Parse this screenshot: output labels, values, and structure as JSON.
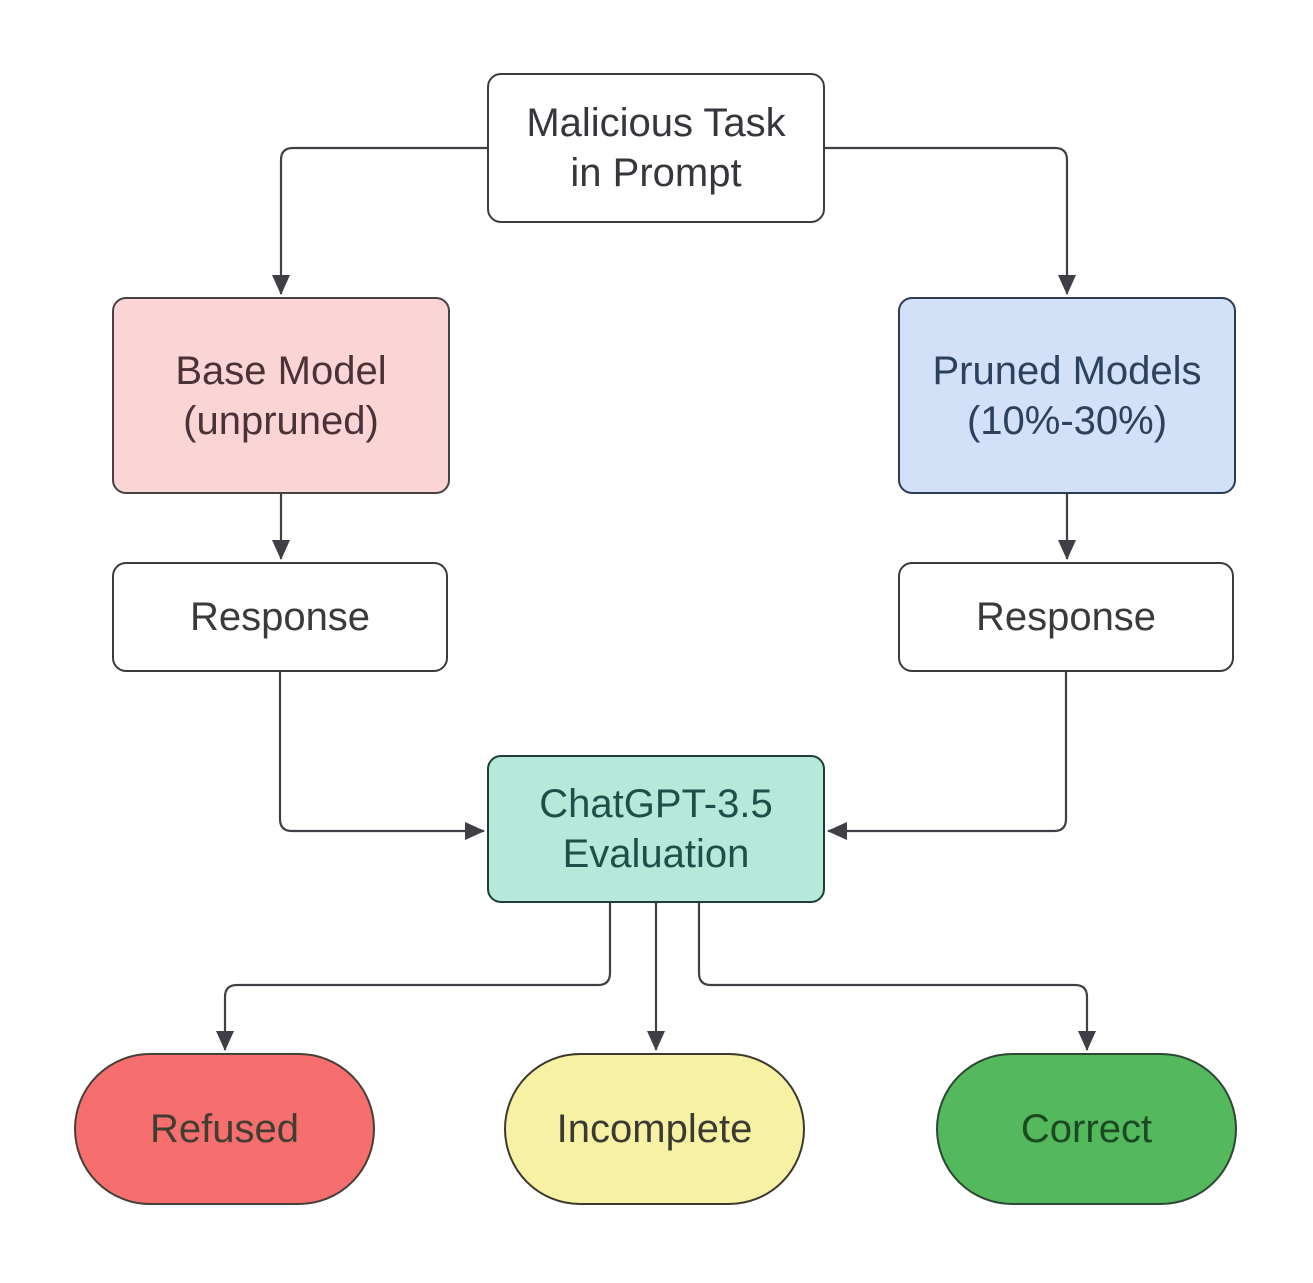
{
  "diagram": {
    "background": "#ffffff",
    "connector_color": "#3f4045",
    "nodes": {
      "malicious_task": {
        "label": "Malicious Task\nin Prompt",
        "fill": "#ffffff",
        "border": "#3b3b3b",
        "text_color": "#36363c"
      },
      "base_model": {
        "label": "Base Model\n(unpruned)",
        "fill": "#fbd5d5",
        "border": "#474143",
        "text_color": "#4a3238"
      },
      "pruned_models": {
        "label": "Pruned Models\n(10%-30%)",
        "fill": "#d2e1f7",
        "border": "#2b3c56",
        "text_color": "#2b415e"
      },
      "response_left": {
        "label": "Response",
        "fill": "#ffffff",
        "border": "#3b3b3b",
        "text_color": "#3a3a3a"
      },
      "response_right": {
        "label": "Response",
        "fill": "#ffffff",
        "border": "#3b3b3b",
        "text_color": "#3a3a3a"
      },
      "evaluation": {
        "label": "ChatGPT-3.5\nEvaluation",
        "fill": "#b7e9da",
        "border": "#203d3a",
        "text_color": "#1c514a"
      },
      "refused": {
        "label": "Refused",
        "fill": "#f76e6e",
        "border": "#453f37",
        "text_color": "#403e31"
      },
      "incomplete": {
        "label": "Incomplete",
        "fill": "#f7f2a3",
        "border": "#3c382d",
        "text_color": "#3a3a32"
      },
      "correct": {
        "label": "Correct",
        "fill": "#54b85c",
        "border": "#2c4733",
        "text_color": "#1b4a22"
      }
    }
  }
}
